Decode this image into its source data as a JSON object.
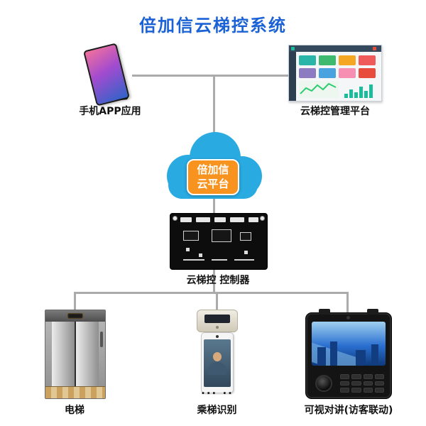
{
  "title": "倍加信云梯控系统",
  "nodes": {
    "phone": {
      "label": "手机APP应用"
    },
    "platform": {
      "label": "云梯控管理平台"
    },
    "cloud": {
      "badge_line1": "倍加信",
      "badge_line2": "云平台"
    },
    "controller": {
      "label": "云梯控  控制器"
    },
    "elevator": {
      "label": "电梯"
    },
    "recognition": {
      "label": "乘梯识别",
      "dots": "... .."
    },
    "intercom": {
      "label": "可视对讲(访客联动)"
    }
  },
  "colors": {
    "title_blue": "#1b62d6",
    "cloud_blue": "#29abe2",
    "badge_orange": "#f7931e",
    "connector_gray": "#ababab"
  }
}
